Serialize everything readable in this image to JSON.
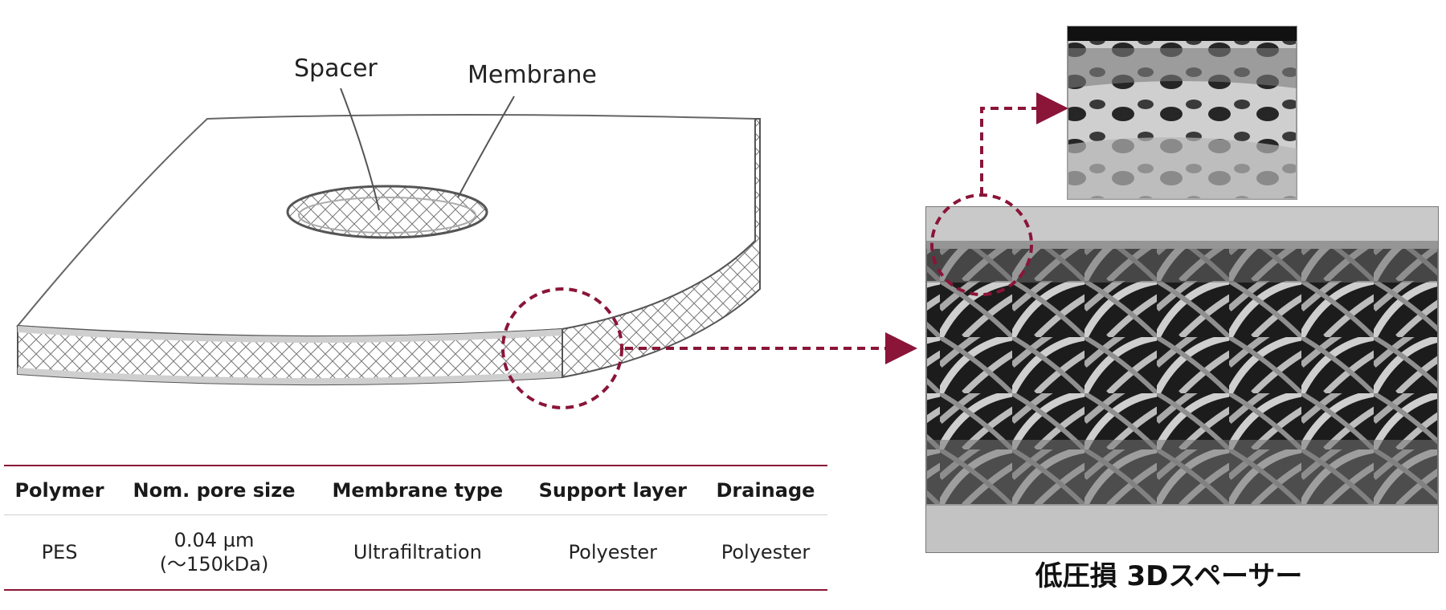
{
  "callouts": {
    "spacer": "Spacer",
    "membrane": "Membrane"
  },
  "spec_table": {
    "headers": [
      "Polymer",
      "Nom. pore size",
      "Membrane type",
      "Support layer",
      "Drainage"
    ],
    "row": {
      "polymer": "PES",
      "pore_size_line1": "0.04 µm",
      "pore_size_line2": "(～150kDa)",
      "membrane_type": "Ultrafiltration",
      "support_layer": "Polyester",
      "drainage": "Polyester"
    }
  },
  "caption": "低圧損 3Dスペーサー",
  "colors": {
    "accent": "#8a1538",
    "line": "#555555",
    "photo_dark": "#2a2a2a",
    "photo_light": "#d8d8d8"
  }
}
